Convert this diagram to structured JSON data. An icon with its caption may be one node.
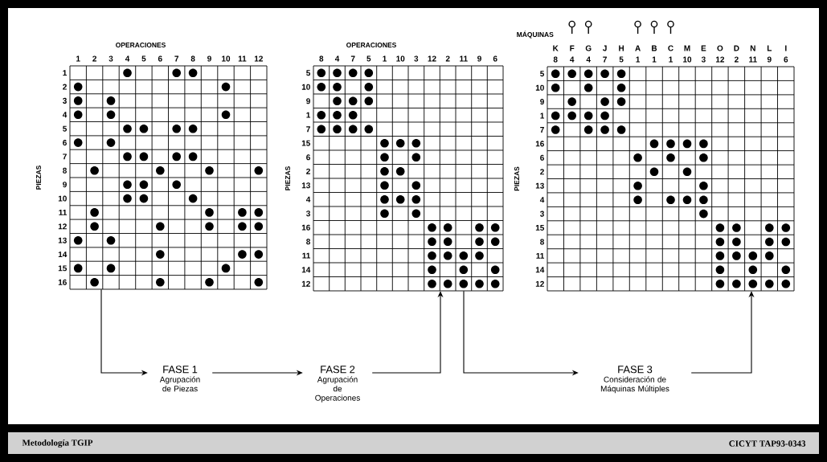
{
  "diagram": {
    "nodes": [
      {
        "text": [
          "OPERACIONES",
          "PIEZAS",
          "1",
          "2",
          "3",
          "4",
          "5",
          "6",
          "7",
          "8",
          "9",
          "10",
          "11",
          "12",
          "1",
          "2",
          "3",
          "4",
          "5",
          "6",
          "7",
          "8",
          "9",
          "10",
          "11",
          "12",
          "13",
          "14",
          "15",
          "16"
        ]
      },
      {
        "text": [
          "OPERACIONES",
          "PIEZAS",
          "8",
          "4",
          "7",
          "5",
          "1",
          "10",
          "3",
          "12",
          "2",
          "11",
          "9",
          "6",
          "5",
          "10",
          "9",
          "1",
          "7",
          "15",
          "6",
          "2",
          "13",
          "4",
          "3",
          "16",
          "8",
          "11",
          "14",
          "12"
        ]
      },
      {
        "text": [
          "MÁQUINAS",
          "PIEZAS",
          "K",
          "F",
          "G",
          "J",
          "H",
          "A",
          "B",
          "C",
          "M",
          "E",
          "O",
          "D",
          "N",
          "L",
          "I",
          "8",
          "4",
          "4",
          "7",
          "5",
          "1",
          "1",
          "1",
          "10",
          "3",
          "12",
          "2",
          "11",
          "9",
          "6",
          "5",
          "10",
          "9",
          "1",
          "7",
          "16",
          "6",
          "2",
          "13",
          "4",
          "3",
          "15",
          "8",
          "11",
          "14",
          "12"
        ]
      },
      {
        "text": [
          "FASE 1",
          "Agrupación de Piezas"
        ]
      },
      {
        "text": [
          "FASE 2",
          "Agrupación de Operaciones"
        ]
      },
      {
        "text": [
          "FASE 3",
          "Consideración de Máquinas Múltiples"
        ]
      }
    ],
    "edges": [
      {
        "from": 0,
        "to": 3,
        "arrow": "to"
      },
      {
        "from": 3,
        "to": 4,
        "arrow": "to"
      },
      {
        "from": 4,
        "to": 1,
        "arrow": "to"
      },
      {
        "from": 1,
        "to": 5,
        "arrow": "to"
      },
      {
        "from": 5,
        "to": 2,
        "arrow": "to"
      }
    ],
    "labels": [
      "Metodología TGIP",
      "CICYT TAP93-0343"
    ]
  }
}
